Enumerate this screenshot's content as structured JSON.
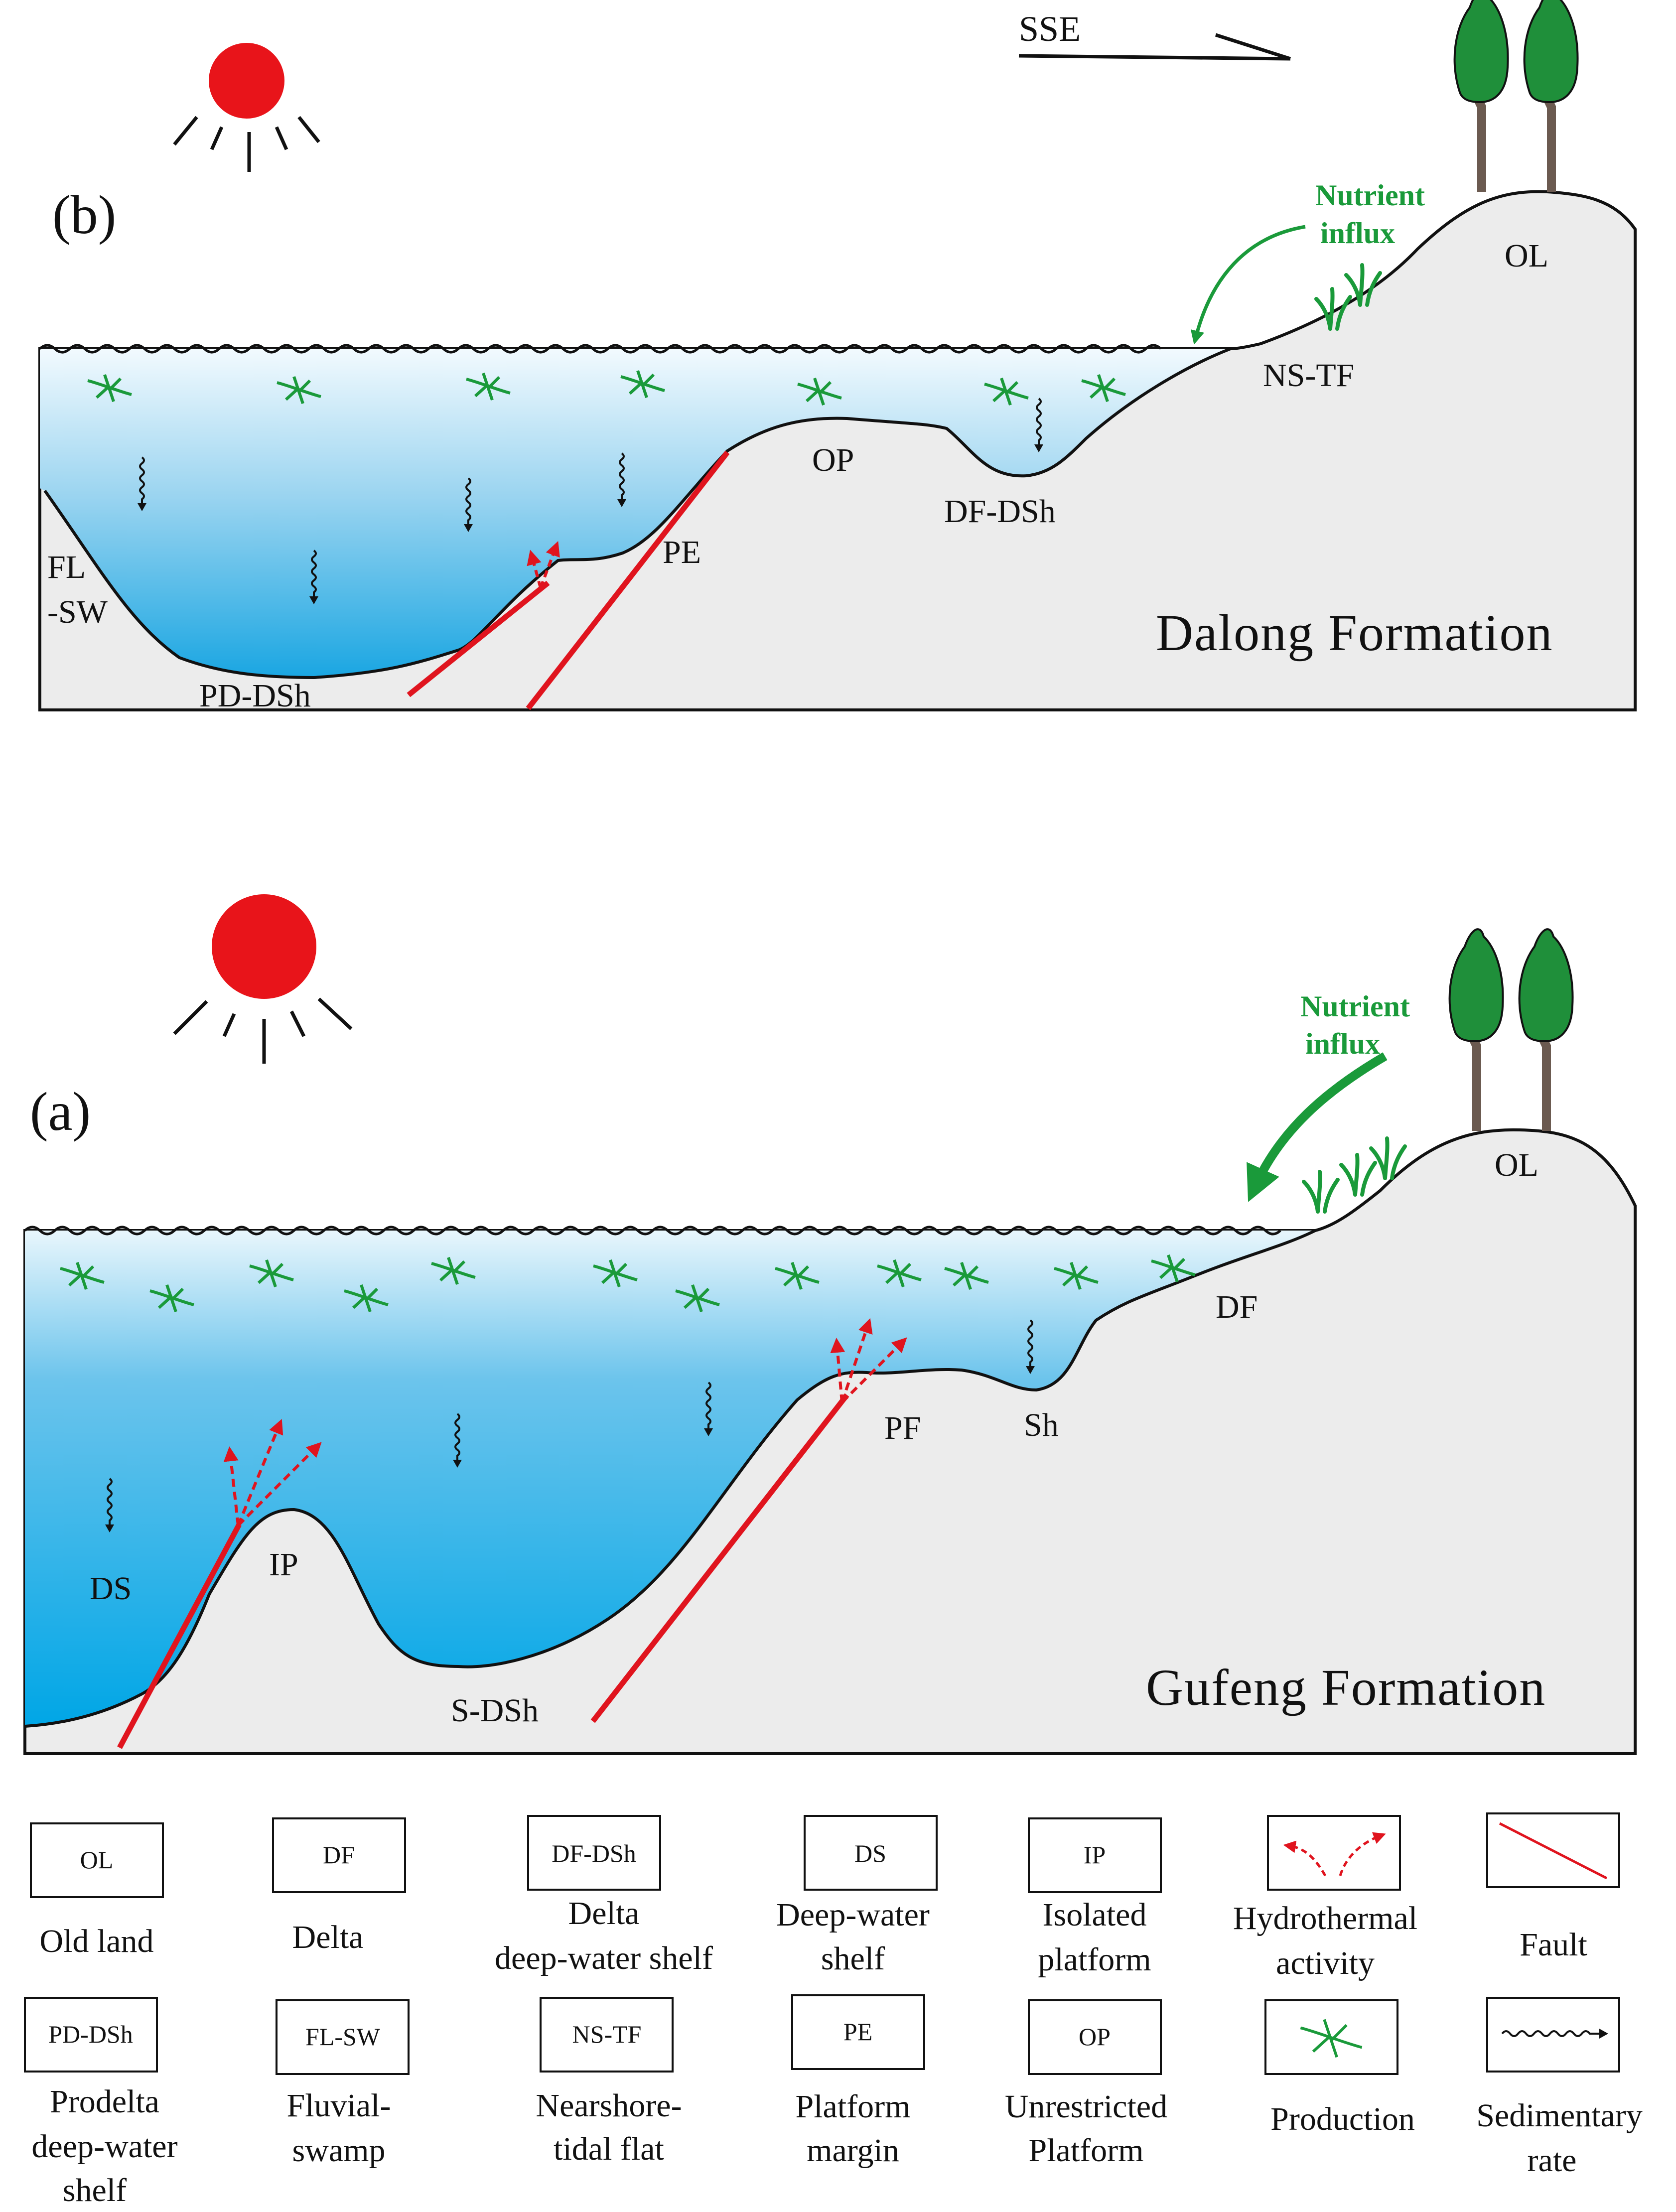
{
  "direction": {
    "label": "SSE"
  },
  "panel_b": {
    "letter": "(b)",
    "formation": "Dalong Formation",
    "nutrient_line1": "Nutrient",
    "nutrient_line2": "influx",
    "labels": {
      "ol": "OL",
      "ns_tf": "NS-TF",
      "op": "OP",
      "df_dsh": "DF-DSh",
      "pe": "PE",
      "fl_line1": "FL",
      "fl_line2": "-SW",
      "pd_dsh": "PD-DSh"
    }
  },
  "panel_a": {
    "letter": "(a)",
    "formation": "Gufeng Formation",
    "nutrient_line1": "Nutrient",
    "nutrient_line2": "influx",
    "labels": {
      "ol": "OL",
      "df": "DF",
      "pf": "PF",
      "sh": "Sh",
      "ip": "IP",
      "ds": "DS",
      "s_dsh": "S-DSh"
    }
  },
  "legend": {
    "row1": [
      {
        "code": "OL",
        "text": [
          "Old land"
        ]
      },
      {
        "code": "DF",
        "text": [
          "Delta"
        ]
      },
      {
        "code": "DF-DSh",
        "text": [
          "Delta",
          "deep-water shelf"
        ]
      },
      {
        "code": "DS",
        "text": [
          "Deep-water",
          "shelf"
        ]
      },
      {
        "code": "IP",
        "text": [
          "Isolated",
          "platform"
        ]
      },
      {
        "code": "",
        "icon": "hydrothermal-icon",
        "text": [
          "Hydrothermal",
          "activity"
        ]
      },
      {
        "code": "",
        "icon": "fault-icon",
        "text": [
          "Fault"
        ]
      }
    ],
    "row2": [
      {
        "code": "PD-DSh",
        "text": [
          "Prodelta",
          "deep-water",
          "shelf"
        ]
      },
      {
        "code": "FL-SW",
        "text": [
          "Fluvial-",
          "swamp"
        ]
      },
      {
        "code": "NS-TF",
        "text": [
          "Nearshore-",
          "tidal  flat"
        ]
      },
      {
        "code": "PE",
        "text": [
          "Platform",
          "margin"
        ]
      },
      {
        "code": "OP",
        "text": [
          "Unrestricted",
          "Platform"
        ]
      },
      {
        "code": "",
        "icon": "production-icon",
        "text": [
          "Production"
        ]
      },
      {
        "code": "",
        "icon": "sedimentary-rate-icon",
        "text": [
          "Sedimentary",
          "rate"
        ]
      }
    ]
  },
  "colors": {
    "water_top": "#e6f4fb",
    "water_deep": "#0aa8e6",
    "land": "#ececec",
    "fault": "#e0141e",
    "sun": "#e8141a",
    "production": "#1a9a3a",
    "tree": "#1f8f3a",
    "trunk": "#6b5a50"
  }
}
